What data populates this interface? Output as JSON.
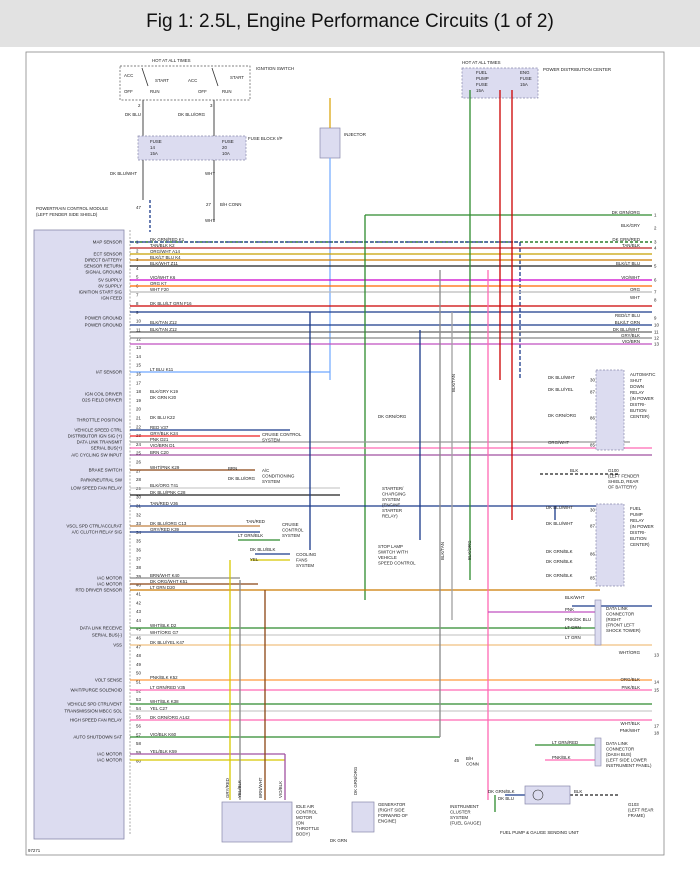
{
  "title": "Fig 1: 2.5L, Engine Performance Circuits (1 of 2)",
  "figure_id": "97271",
  "ignition": {
    "hot_label": "HOT AT ALL TIMES",
    "switch_label": "IGNITION SWITCH",
    "acc_left": "ACC",
    "off_left": "OFF",
    "start_left": "START",
    "run_left": "RUN",
    "acc_right": "ACC",
    "off_right": "OFF",
    "start_right": "START",
    "run_right": "RUN",
    "pin_a": "2",
    "pin_b": "3",
    "wire_a": "DK BLU",
    "wire_b": "DK BLU/ORG"
  },
  "fuse_block": {
    "label": "FUSE BLOCK I/P",
    "fuse_a": [
      "FUSE",
      "14",
      "15A"
    ],
    "fuse_b": [
      "FUSE",
      "20",
      "10A"
    ],
    "wire_a": "DK BLU/WHT",
    "wire_b": "WHT",
    "pin_47": "47",
    "pin_27": "27",
    "conn": "B/H CONN",
    "wht2": "WHT"
  },
  "pdc": {
    "hot_label": "HOT AT ALL TIMES",
    "label": "POWER DISTRIBUTION CENTER",
    "fuse_a": [
      "FUEL",
      "PUMP",
      "FUSE",
      "15A"
    ],
    "fuse_b": [
      "ENG",
      "FUSE",
      "15A"
    ],
    "wires": [
      "DK GRN/WHT",
      "RED/WHT",
      "RED/WHT"
    ]
  },
  "injector": {
    "label": "INJECTOR",
    "wire_top": "TAN DK GRN",
    "wire_bot": "LT BLU"
  },
  "pcm": {
    "title": "POWERTRAIN CONTROL MODULE",
    "subtitle": "(LEFT FENDER SIDE SHIELD)",
    "labels": [
      "MAP SENSOR",
      "ECT SENSOR",
      "DIRECT BATTERY",
      "SENSOR RETURN",
      "SIGNAL GROUND",
      "5V SUPPLY",
      "8V SUPPLY",
      "IGNITION START SIG",
      "IGN FEED",
      "POWER GROUND",
      "POWER GROUND",
      "IAT SENSOR",
      "IGN COIL DRIVER",
      "O2S FIELD DRIVER",
      "THROTTLE POSITION",
      "VEHICLE SPEED CTRL",
      "DISTRIBUTOR IGN SIG (+)",
      "DATA LINK TRANSMIT",
      "SERIAL BUS(+)",
      "A/C CYCLING SW INPUT",
      "BRAKE SWITCH",
      "PARK/NEUTRAL SW",
      "LOW SPEED FAN RELAY",
      "VSCL SPD CTRL/ACCLRAT",
      "A/C CLUTCH RELAY SIG",
      "IAC MOTOR",
      "IAC MOTOR",
      "RTD DRIVER SENSOR",
      "DATA LINK RECEIVE",
      "SERIAL BUS(-)",
      "VSS",
      "VOLT SENSE",
      "WAIT/PURGE SOLENOID",
      "VEHICLE SPD CTRL/VENT",
      "TRANSMISSION MBCC SOL",
      "HIGH SPEED FAN RELAY",
      "AUTO SHUTDOWN SAT",
      "IAC MOTOR",
      "IAC MOTOR"
    ],
    "pins": [
      "1",
      "2",
      "3",
      "4",
      "5",
      "6",
      "7",
      "8",
      "9",
      "10",
      "11",
      "12",
      "13",
      "14",
      "15",
      "16",
      "17",
      "18",
      "19",
      "20",
      "21",
      "22",
      "23",
      "24",
      "25",
      "26",
      "27",
      "28",
      "29",
      "30",
      "31",
      "32",
      "33",
      "34",
      "35",
      "36",
      "37",
      "38",
      "39",
      "40",
      "41",
      "42",
      "43",
      "44",
      "45",
      "46",
      "47",
      "48",
      "49",
      "50",
      "51",
      "52",
      "53",
      "54",
      "55",
      "56",
      "57",
      "58",
      "59",
      "60"
    ],
    "wires": [
      "DK GRN/RED K1",
      "TAN/BLK K2",
      "ORG/WHT A14",
      "BLK/LT BLU K4",
      "BLK/WHT Z11",
      "VIO/WHT K6",
      "ORG K7",
      "WHT F20",
      "DK BLU/LT GRN F16",
      "BLK/TAN Z12",
      "BLK/TAN Z12",
      "LT BLU K11",
      "BLK/GRY K19",
      "DK GRN K20",
      "DK BLU K22",
      "RED V37",
      "GRY/BLK K24",
      "PNK D21",
      "VIO/BRN D1",
      "BRN C20",
      "WHT/PNK K29",
      "BLK/ORG T41",
      "DK BLU/PNK C28",
      "TAN/RED V36",
      "DK BLU/ORG C13",
      "GRY/RED K39",
      "BRN/WHT K40",
      "DK ORG/WHT K51",
      "LT GRN D20",
      "WHT/BLK D2",
      "WHT/ORG G7",
      "DK BLU/YEL K47",
      "PNK/BLK K52",
      "LT GRN/RED V35",
      "WHT/BLK K38",
      "YEL C27",
      "DK GRN/ORG A142",
      "VIO/BLK K60",
      "YEL/BLK K59"
    ]
  },
  "right_wires": [
    {
      "label": "DK GRN/ORG",
      "num": "1"
    },
    {
      "label": "BLK/GRY",
      "num": "2"
    },
    {
      "label": "DK GRN/RED",
      "num": "3"
    },
    {
      "label": "TAN/BLK",
      "num": "4"
    },
    {
      "label": "BLK/LT BLU",
      "num": "5"
    },
    {
      "label": "VIO/WHT",
      "num": "6"
    },
    {
      "label": "ORG",
      "num": "7"
    },
    {
      "label": "WHT",
      "num": "8"
    },
    {
      "label": "RED/LT BLU",
      "num": "9"
    },
    {
      "label": "BLK/LT GRN",
      "num": "10"
    },
    {
      "label": "DK BLU/WHT",
      "num": "11"
    },
    {
      "label": "GRY/BLK",
      "num": "12"
    },
    {
      "label": "VIO/BRN",
      "num": "13"
    }
  ],
  "lower_right_wires": [
    {
      "label": "WHT/ORG",
      "num": "13"
    },
    {
      "label": "ORG/BLK",
      "num": "14"
    },
    {
      "label": "PNK/BLK",
      "num": "15"
    },
    {
      "label": "WHT/BLK",
      "num": "17"
    },
    {
      "label": "PNK/WHT",
      "num": "18"
    }
  ],
  "asd_relay": {
    "label": [
      "AUTOMATIC",
      "SHUT",
      "DOWN",
      "RELAY",
      "(IN POWER",
      "DISTRI-",
      "BUTION",
      "CENTER)"
    ],
    "wires": [
      "DK BLU/WHT",
      "DK BLU/YEL",
      "DK GRN/ORG",
      "ORG/WHT"
    ],
    "pins": [
      "30",
      "87",
      "86",
      "85"
    ]
  },
  "fuel_pump_relay": {
    "label": [
      "FUEL",
      "PUMP",
      "RELAY",
      "(IN POWER",
      "DISTRI-",
      "BUTION",
      "CENTER)"
    ],
    "wires": [
      "DK BLU/WHT",
      "DK BLU/WHT",
      "DK GRN/BLK",
      "DK GRN/BLK",
      "DK GRN/BLK"
    ],
    "pins": [
      "30",
      "87",
      "86",
      "85"
    ]
  },
  "g100": {
    "label": [
      "G100",
      "(LEFT FENDER",
      "SHIELD, REAR",
      "OF BATTERY)"
    ],
    "wire": "BLK"
  },
  "data_link_upper": {
    "label": [
      "DATA LINK",
      "CONNECTOR",
      "(RIGHT",
      "(FRONT LEFT",
      "SHOCK TOWER)"
    ],
    "wires": [
      "BLK/WHT",
      "PNK",
      "PNK/DK BLU",
      "LT GRN",
      "LT GRN"
    ]
  },
  "data_link_lower": {
    "label": [
      "DATA LINK",
      "CONNECTOR",
      "(DASH BUS)",
      "(LEFT SIDE LOWER",
      "INSTRUMENT PANEL)"
    ],
    "wires": [
      "LT GRN/RED",
      "PNK/BLK"
    ]
  },
  "loads": {
    "cruise": [
      "CRUISE CONTROL",
      "SYSTEM"
    ],
    "ac": [
      "A/C",
      "CONDITIONING",
      "SYSTEM"
    ],
    "starter": [
      "STARTER/",
      "CHARGING",
      "SYSTEM",
      "(ENGINE",
      "STARTER",
      "RELAY)"
    ],
    "cruise2": [
      "CRUISE",
      "CONTROL",
      "SYSTEM"
    ],
    "cooling": [
      "COOLING",
      "FANS",
      "SYSTEM"
    ],
    "stoplamp": [
      "STOP LAMP",
      "SWITCH WITH",
      "VEHICLE",
      "SPEED CONTROL"
    ]
  },
  "load_wires": [
    "BRN",
    "DK BLU/ORG",
    "TAN/RED",
    "LT GRN/BLK",
    "DK BLU/BLK",
    "YEL",
    "DK GRN/ORG"
  ],
  "iac": {
    "label": [
      "IDLE AIR",
      "CONTROL",
      "MOTOR",
      "(ON",
      "THROTTLE",
      "BODY)"
    ],
    "wires": [
      "GRY/RED",
      "YEL/BLK",
      "BRN/WHT",
      "VIO/BLK"
    ]
  },
  "generator": {
    "label": [
      "GENERATOR",
      "(RIGHT SIDE",
      "FORWARD OF",
      "ENGINE)"
    ],
    "wire": "DK GRN/ORG",
    "ground": "DK GRN"
  },
  "fuel_unit": {
    "label": "FUEL PUMP & GAUGE SENDING UNIT",
    "wires": [
      "DK GRN/BLK",
      "DK BLU",
      "BLK"
    ]
  },
  "cluster": {
    "label": [
      "INSTRUMENT",
      "CLUSTER",
      "SYSTEM",
      "(FUEL GAUGE)"
    ]
  },
  "g103": {
    "label": [
      "G103",
      "(LEFT REAR",
      "FRAME)"
    ]
  },
  "conn_bh": {
    "label": [
      "B/H",
      "CONN"
    ],
    "pin": "45"
  },
  "vertical_labels": [
    "BLK/TAN",
    "BLK/TAN",
    "BLK/ORG"
  ]
}
